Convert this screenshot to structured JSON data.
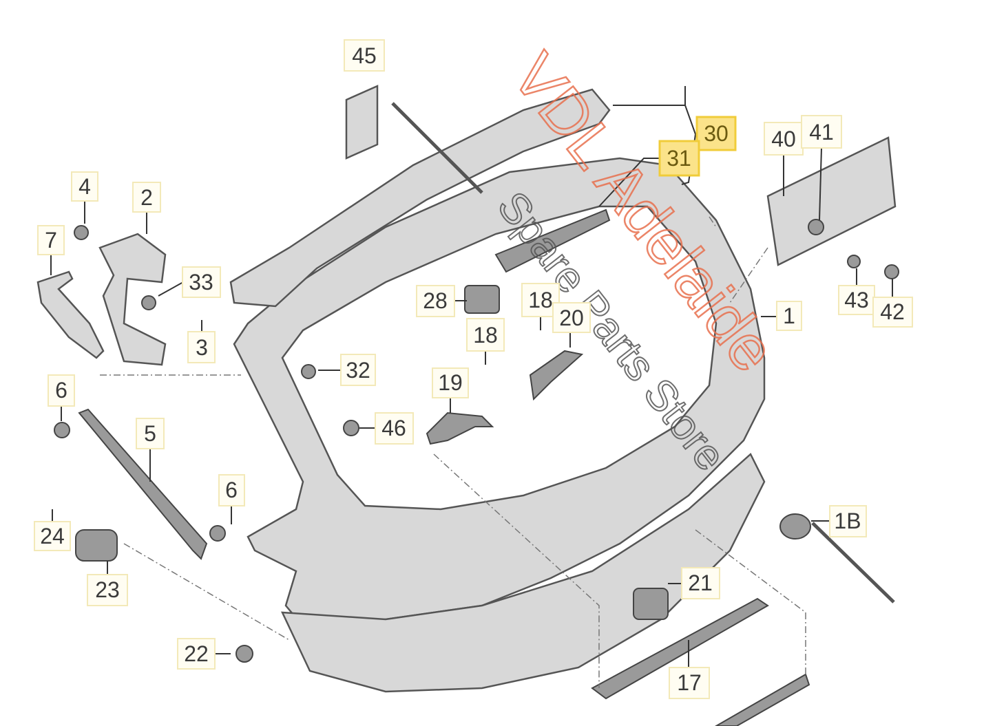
{
  "labels": {
    "p45": "45",
    "p30": "30",
    "p31": "31",
    "p40": "40",
    "p41": "41",
    "p4": "4",
    "p2": "2",
    "p7": "7",
    "p33": "33",
    "p3": "3",
    "p28": "28",
    "p18a": "18",
    "p18b": "18",
    "p20": "20",
    "p1": "1",
    "p43": "43",
    "p42": "42",
    "p32": "32",
    "p19": "19",
    "p6a": "6",
    "p5": "5",
    "p46": "46",
    "p6b": "6",
    "p24": "24",
    "p23": "23",
    "p1B": "1B",
    "p21": "21",
    "p22": "22",
    "p17": "17"
  },
  "highlighted": [
    "30",
    "31"
  ],
  "watermark": {
    "line1": "VDL Adelaide",
    "line2": "Spare Parts Store"
  },
  "colors": {
    "highlight": "#fbe38a",
    "watermark": "#e8704e"
  }
}
